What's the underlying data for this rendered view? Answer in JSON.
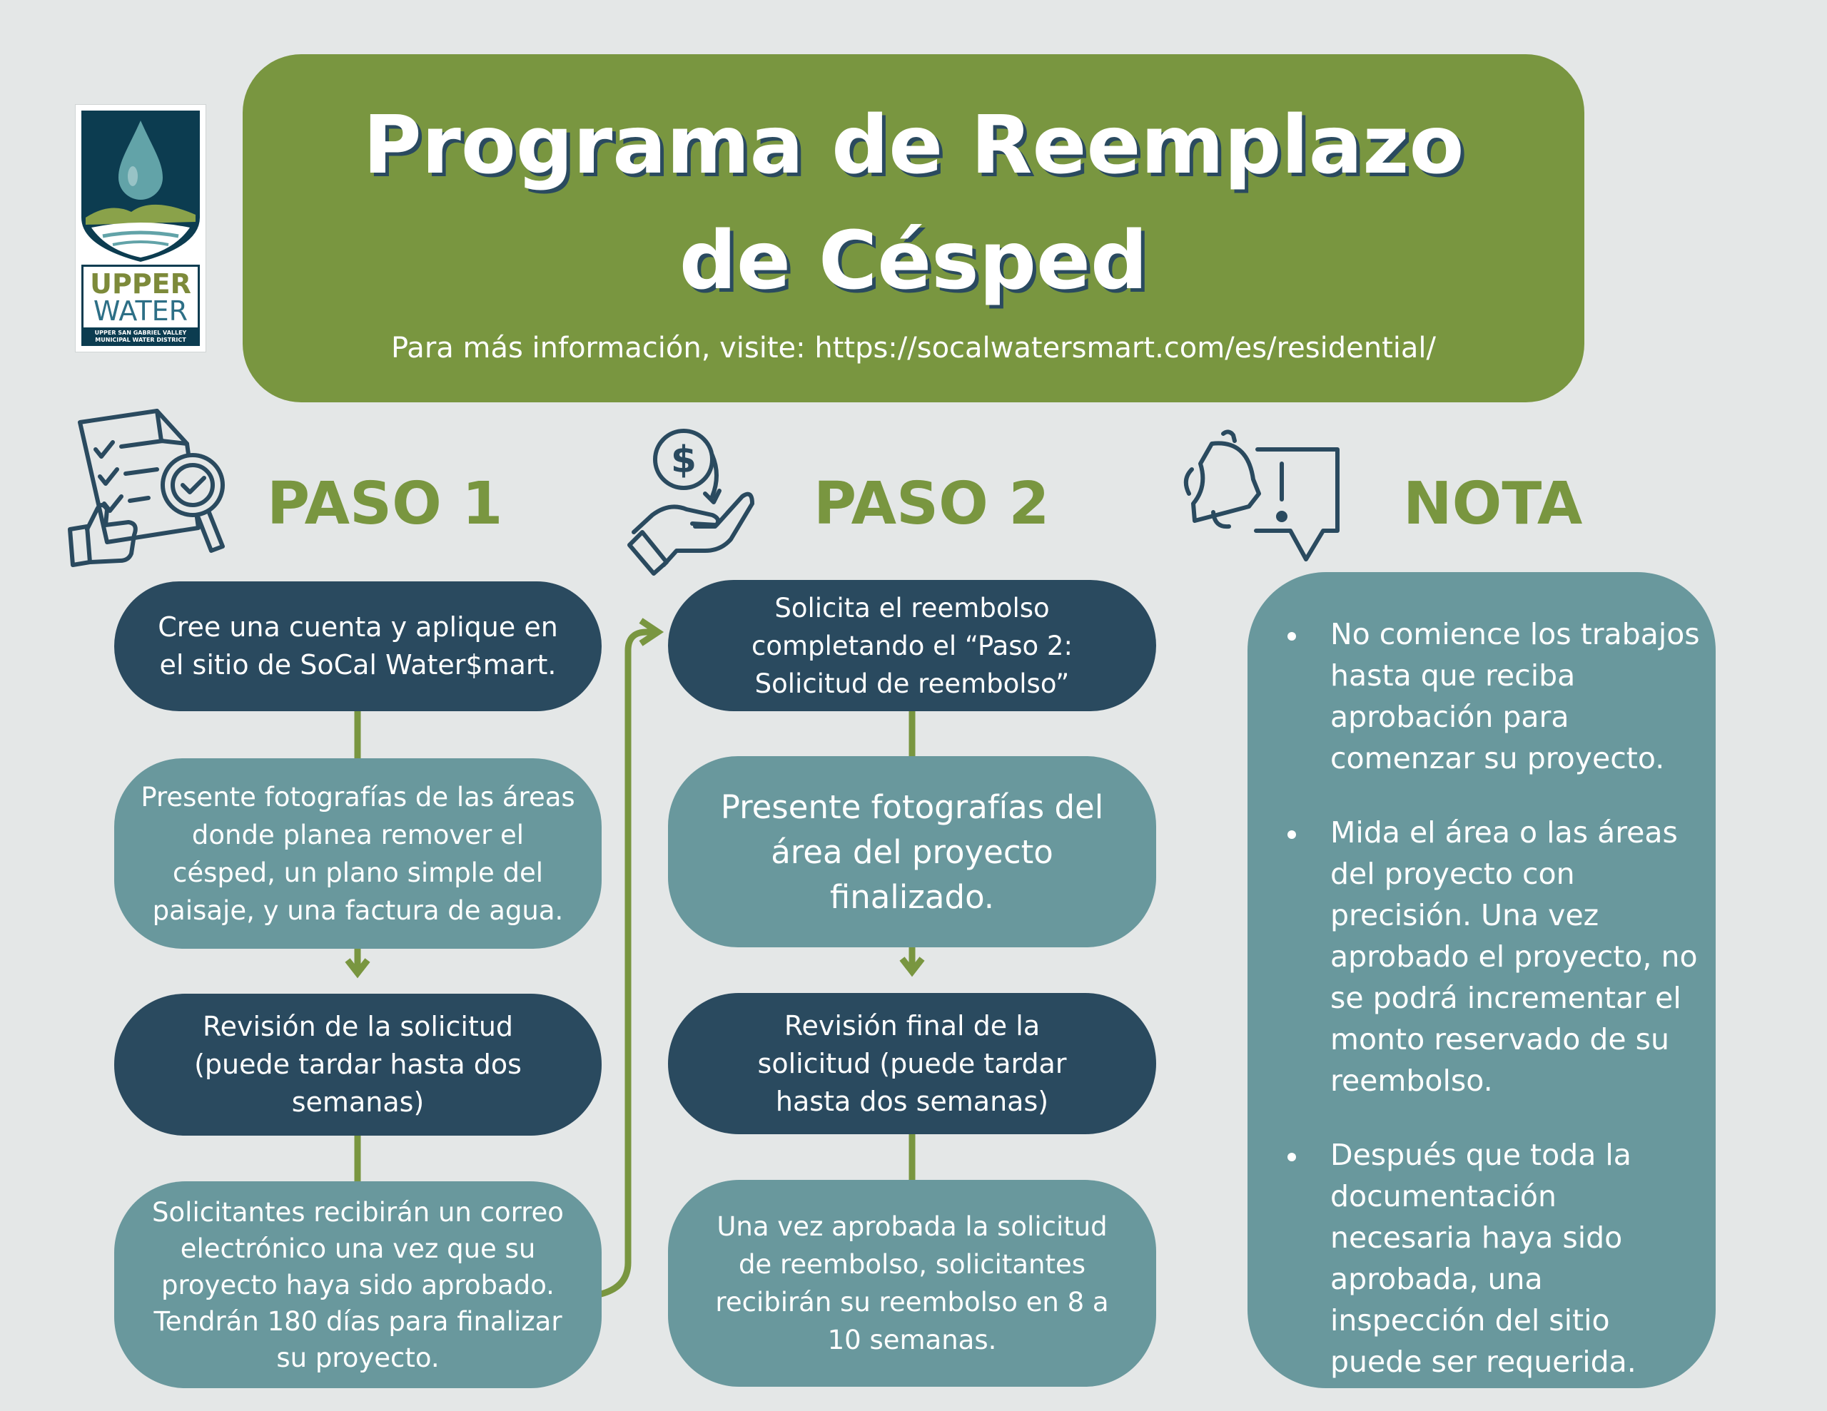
{
  "header": {
    "title_line1": "Programa de Reemplazo",
    "title_line2": "de Césped",
    "info": "Para más información, visite: https://socalwatersmart.com/es/residential/"
  },
  "logo": {
    "word1": "UPPER",
    "word2": "WATER",
    "subline1": "UPPER SAN GABRIEL VALLEY",
    "subline2": "MUNICIPAL WATER DISTRICT"
  },
  "columns": {
    "paso1": {
      "heading": "PASO 1",
      "icon": "document-check-icon",
      "steps": [
        "Cree una cuenta y aplique en el sitio de SoCal Water$mart.",
        "Presente fotografías de las áreas donde planea remover el césped, un plano simple del paisaje, y una factura de agua.",
        "Revisión de la solicitud (puede tardar hasta dos semanas)",
        "Solicitantes recibirán un correo electrónico una vez que su proyecto haya sido aprobado. Tendrán 180 días para finalizar su proyecto."
      ]
    },
    "paso2": {
      "heading": "PASO 2",
      "icon": "money-hand-icon",
      "steps": [
        "Solicita el reembolso completando el “Paso 2: Solicitud de reembolso”",
        "Presente fotografías del área del proyecto finalizado.",
        "Revisión final de la solicitud (puede tardar hasta dos semanas)",
        "Una vez aprobada la solicitud de reembolso, solicitantes recibirán su reembolso en 8 a 10 semanas."
      ]
    },
    "nota": {
      "heading": "NOTA",
      "icon": "bell-alert-icon",
      "items": [
        "No comience los trabajos hasta que reciba aprobación para comenzar su proyecto.",
        "Mida el área o las áreas del proyecto con precisión. Una vez aprobado el proyecto, no se podrá incrementar el monto reservado de su reembolso.",
        "Después que toda la documentación necesaria haya sido aprobada, una inspección del sitio puede ser requerida."
      ]
    }
  },
  "colors": {
    "green": "#799640",
    "navy": "#2a4a5f",
    "teal": "#69989d",
    "background": "#e4e7e7"
  }
}
